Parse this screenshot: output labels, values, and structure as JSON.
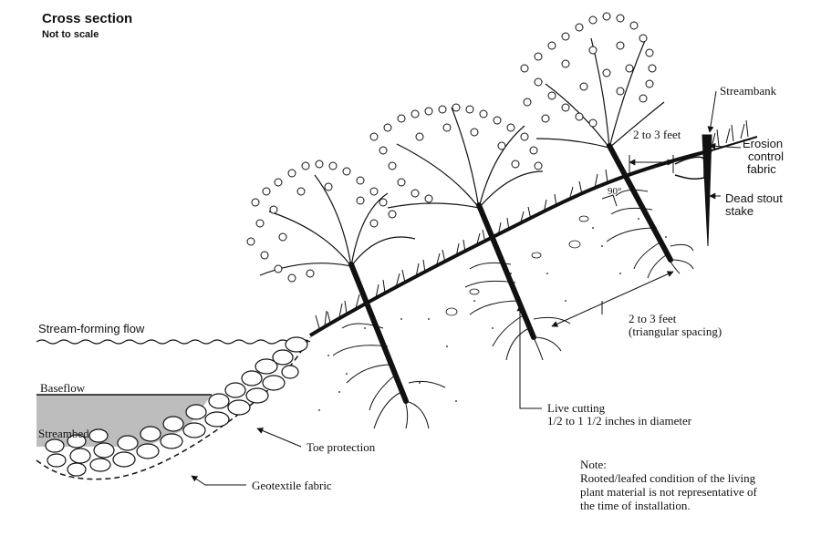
{
  "title": "Cross section",
  "subtitle": "Not to scale",
  "labels": {
    "streambank": "Streambank",
    "spacing_top": "2 to 3 feet",
    "erosion_fabric": [
      "Erosion",
      "control",
      "fabric"
    ],
    "dead_stout": [
      "Dead stout",
      "stake"
    ],
    "angle": "90°",
    "spacing_side": [
      "2 to 3 feet",
      "(triangular spacing)"
    ],
    "stream_forming": "Stream-forming flow",
    "baseflow": "Baseflow",
    "streambed": "Streambed",
    "live_cutting": [
      "Live cutting",
      "1/2 to 1 1/2 inches in diameter"
    ],
    "toe_protection": "Toe protection",
    "geotextile": "Geotextile fabric"
  },
  "note": {
    "heading": "Note:",
    "lines": [
      "Rooted/leafed condition of the living",
      "plant material is not representative of",
      "the time of installation."
    ]
  },
  "colors": {
    "ink": "#111111",
    "water": "#bdbdbd"
  }
}
